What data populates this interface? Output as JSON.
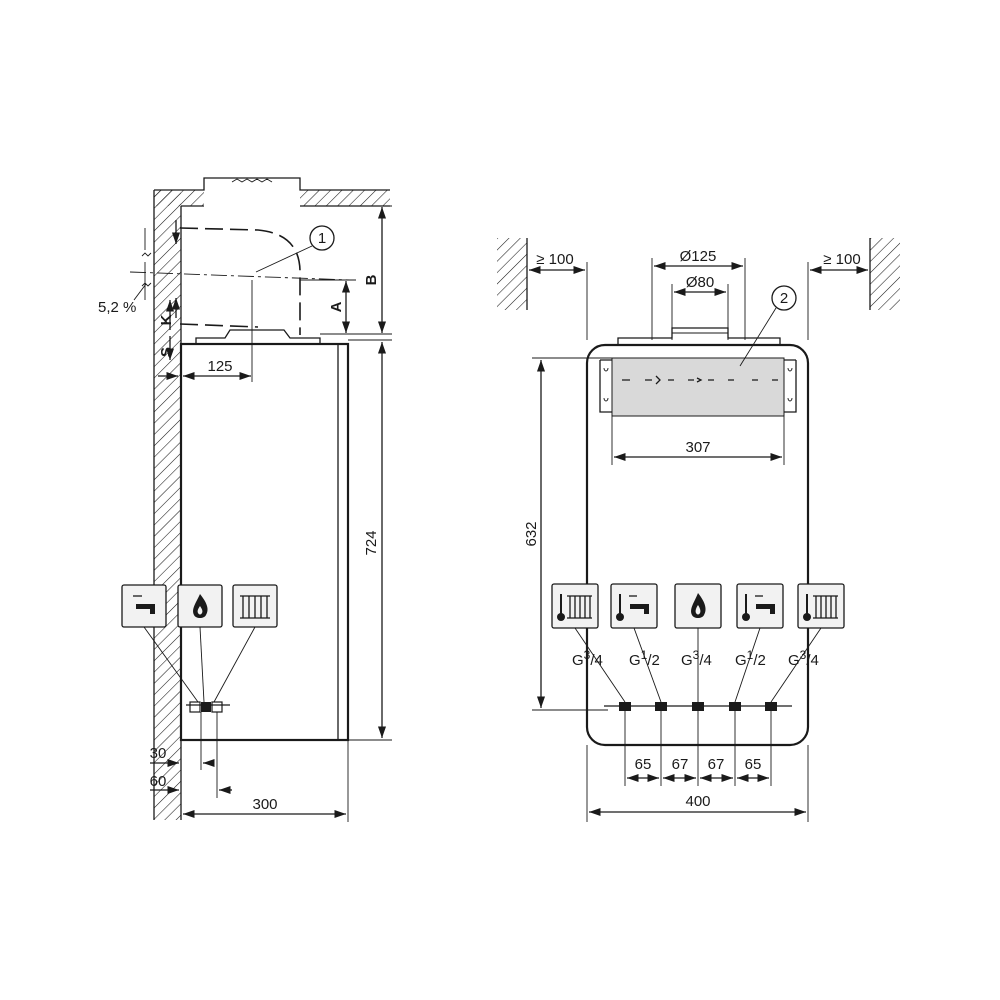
{
  "side_view": {
    "dim_300": "300",
    "dim_724": "724",
    "dim_125": "125",
    "dim_30": "30",
    "dim_60": "60",
    "label_a": "A",
    "label_b": "B",
    "label_k": "K",
    "label_s": "S",
    "slope": "5,2 %",
    "callout_1": "1"
  },
  "front_view": {
    "clearance_left": "≥ 100",
    "clearance_right": "≥ 100",
    "dia_125": "Ø125",
    "dia_80": "Ø80",
    "callout_2": "2",
    "dim_307": "307",
    "dim_632": "632",
    "dim_400": "400",
    "spacings": [
      "65",
      "67",
      "67",
      "65"
    ],
    "connections": [
      {
        "icon": "radiator-thermometer-icon",
        "base": "G",
        "sup": "3",
        "sub": "4"
      },
      {
        "icon": "tap-thermometer-icon",
        "base": "G",
        "sup": "1",
        "sub": "2"
      },
      {
        "icon": "flame-icon",
        "base": "G",
        "sup": "3",
        "sub": "4"
      },
      {
        "icon": "tap-thermometer-icon",
        "base": "G",
        "sup": "1",
        "sub": "2"
      },
      {
        "icon": "radiator-thermometer-icon",
        "base": "G",
        "sup": "3",
        "sub": "4"
      }
    ]
  }
}
